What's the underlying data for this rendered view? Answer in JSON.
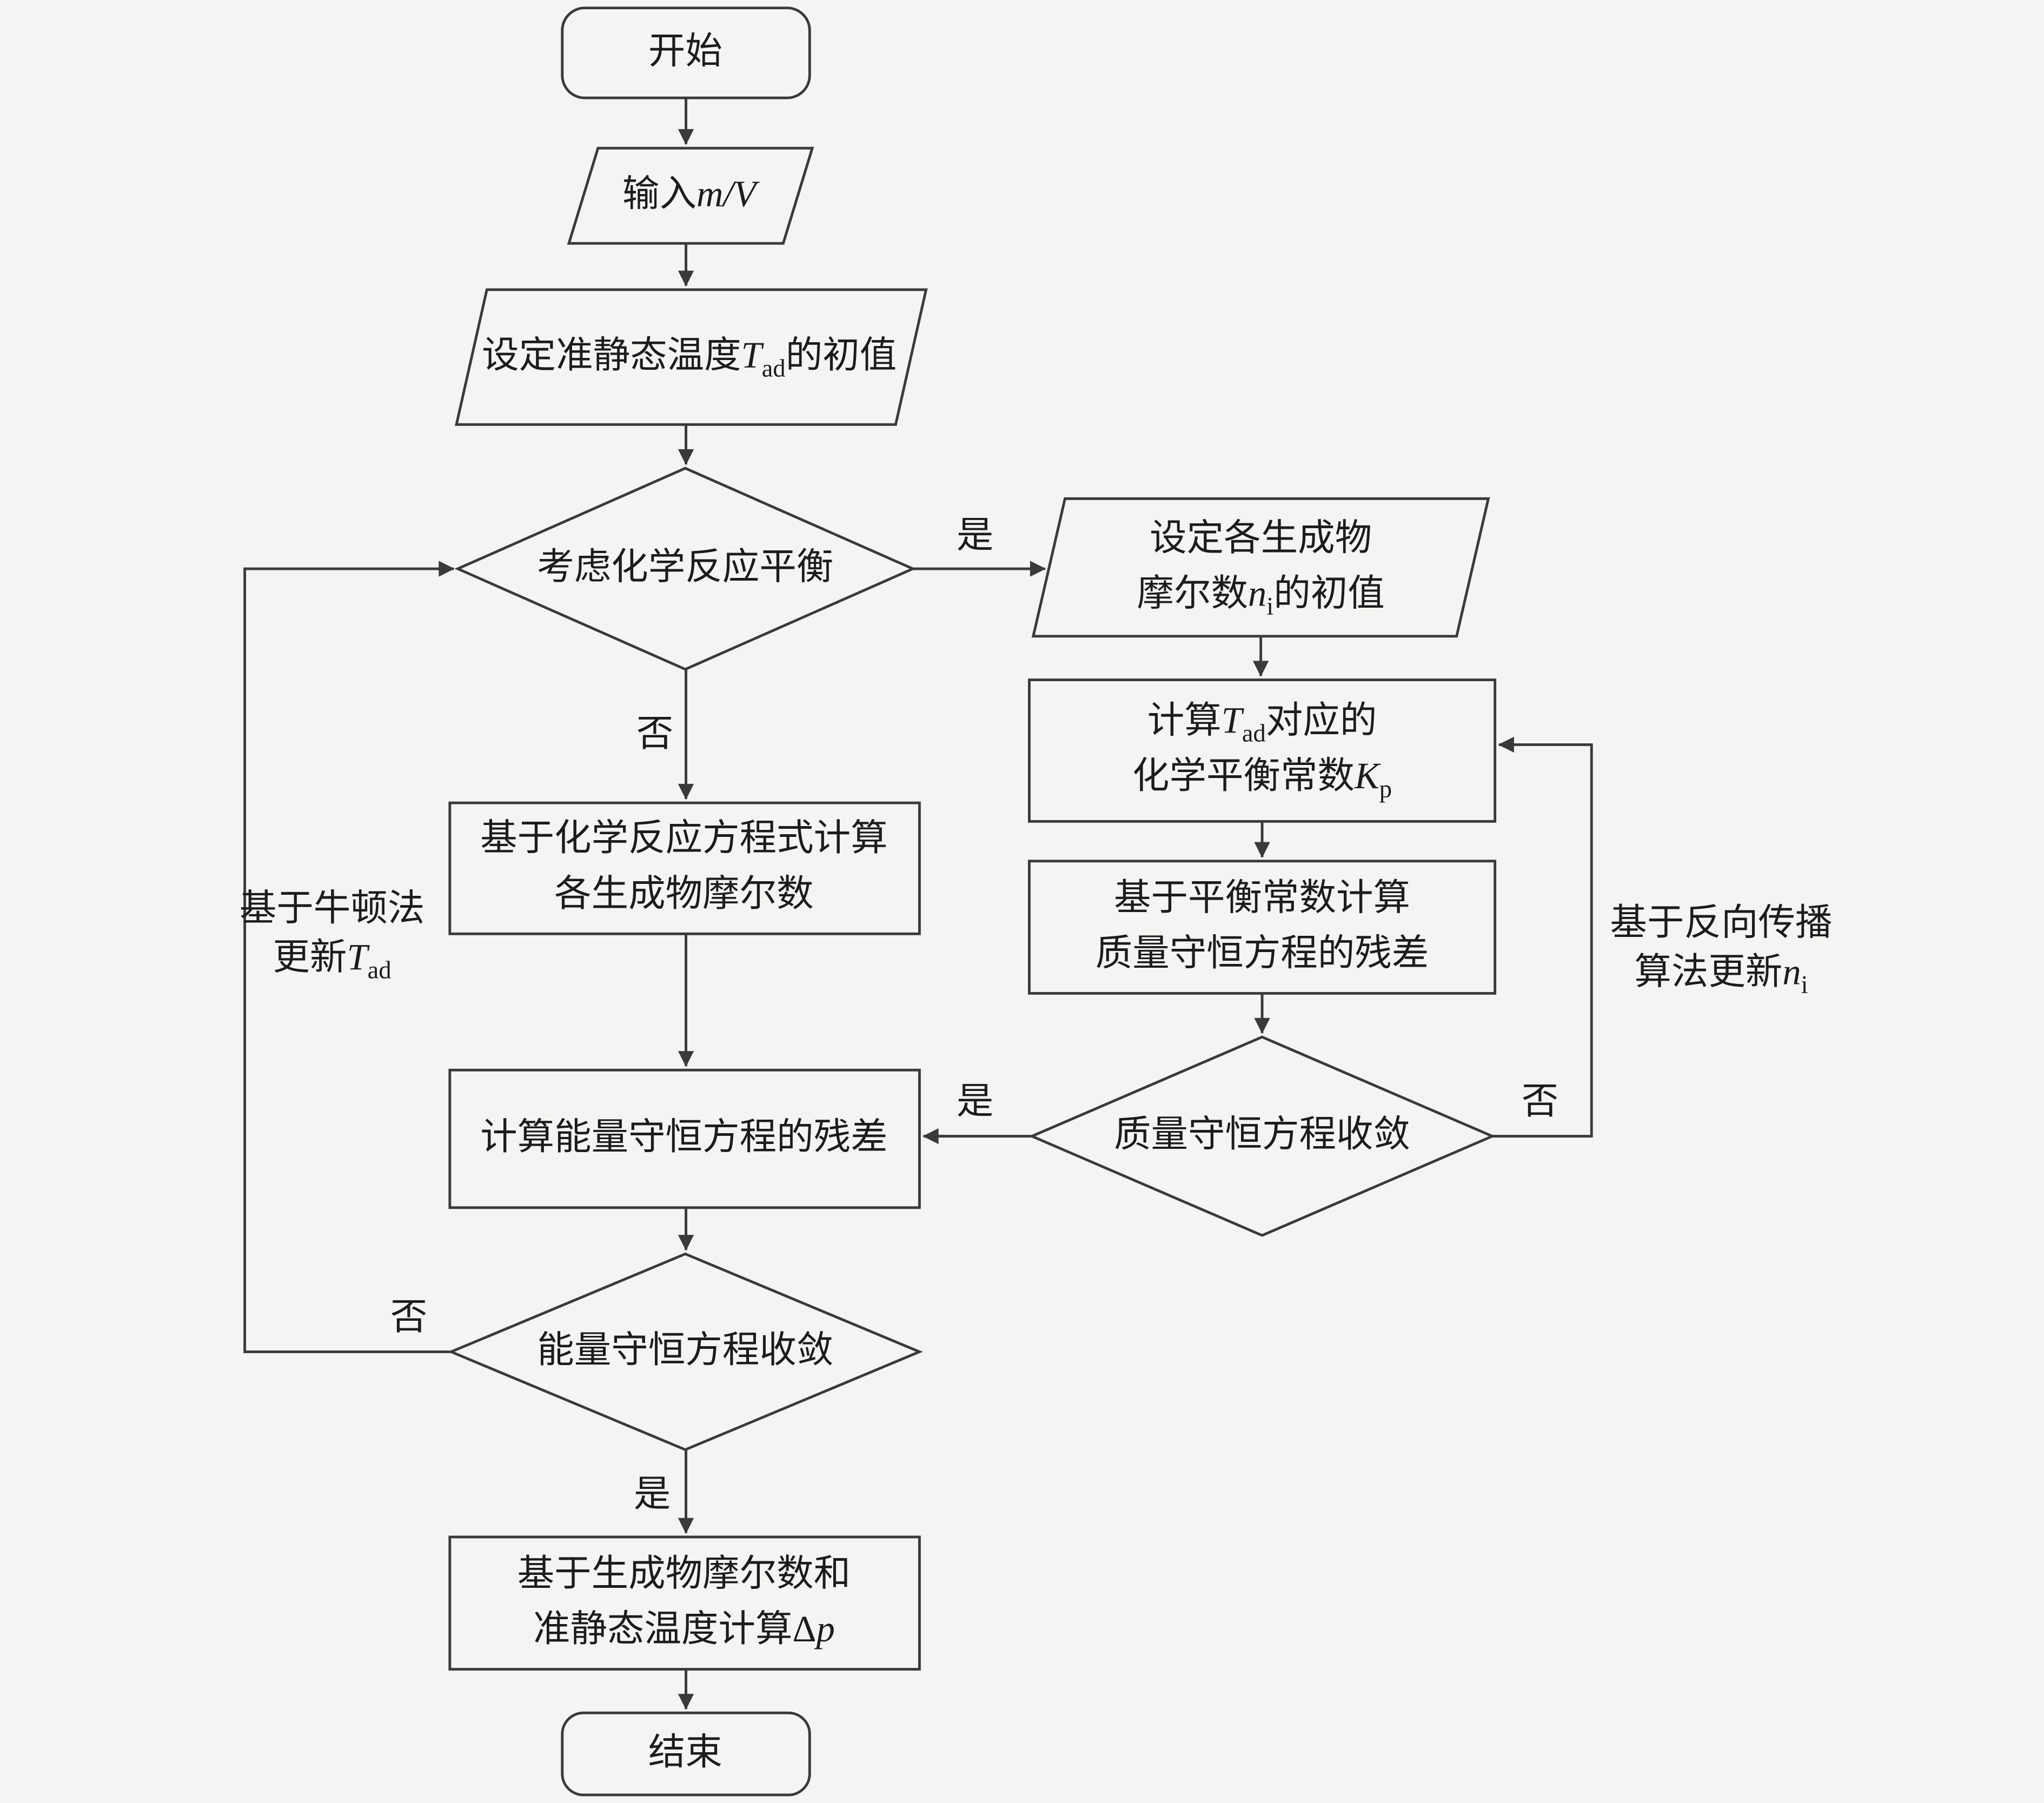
{
  "theme": {
    "background": "#f5f4f2",
    "stroke_color": "#3a3a3a",
    "text_color": "#1c1c1c"
  },
  "nodes": {
    "start": {
      "label": "开始"
    },
    "input_mv": {
      "t1": "输入",
      "v1": "m/V"
    },
    "set_tad": {
      "t1": "设定准静态温度",
      "v1": "T",
      "s1": "ad",
      "t2": "的初值"
    },
    "check_equilibrium": {
      "label": "考虑化学反应平衡"
    },
    "init_moles": {
      "l1": "设定各生成物",
      "l2t1": "摩尔数",
      "l2v1": "n",
      "l2s1": "i",
      "l2t2": "的初值"
    },
    "calc_kp": {
      "l1t1": "计算",
      "l1v1": "T",
      "l1s1": "ad",
      "l1t2": "对应的",
      "l2t1": "化学平衡常数",
      "l2v1": "K",
      "l2s1": "p"
    },
    "mass_residual": {
      "l1": "基于平衡常数计算",
      "l2": "质量守恒方程的残差"
    },
    "mass_converged": {
      "label": "质量守恒方程收敛"
    },
    "calc_moles": {
      "l1": "基于化学反应方程式计算",
      "l2": "各生成物摩尔数"
    },
    "energy_residual": {
      "label": "计算能量守恒方程的残差"
    },
    "energy_converged": {
      "label": "能量守恒方程收敛"
    },
    "calc_dp": {
      "l1": "基于生成物摩尔数和",
      "l2t1": "准静态温度计算Δ",
      "l2v1": "p"
    },
    "end": {
      "label": "结束"
    }
  },
  "edge_labels": {
    "yes_equilibrium": "是",
    "no_equilibrium": "否",
    "yes_mass": "是",
    "no_mass": "否",
    "yes_energy": "是",
    "no_energy": "否",
    "newton_loop": {
      "l1": "基于牛顿法",
      "l2t1": "更新",
      "l2v1": "T",
      "l2s1": "ad"
    },
    "backprop_loop": {
      "l1": "基于反向传播",
      "l2t1": "算法更新",
      "l2v1": "n",
      "l2s1": "i"
    }
  }
}
